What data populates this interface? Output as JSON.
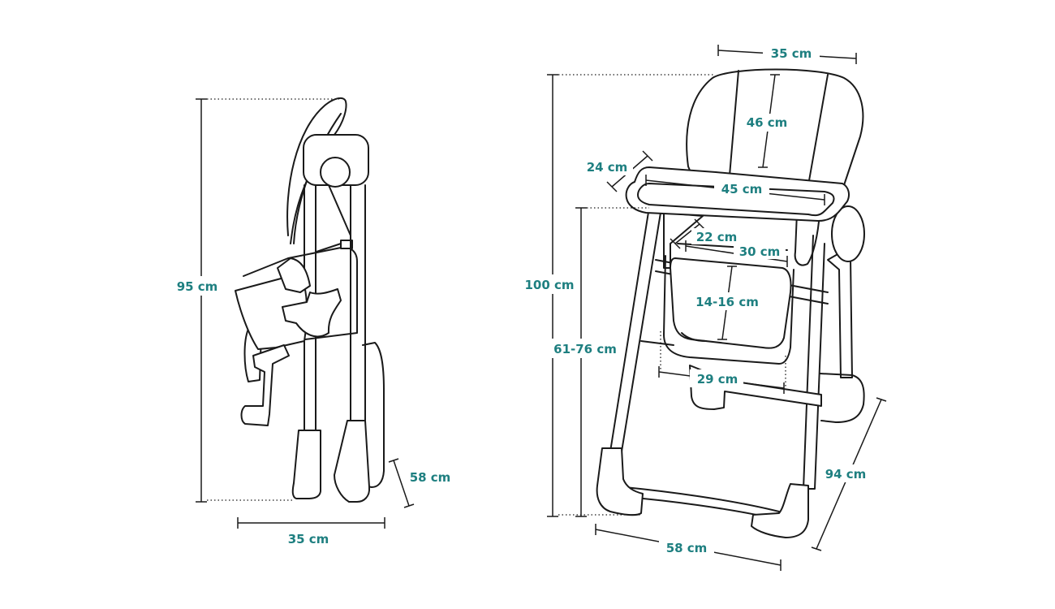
{
  "accent_color": "#1e7f80",
  "folded_view": {
    "height_label": "95 cm",
    "width_label": "35 cm",
    "depth_label": "58 cm"
  },
  "open_view": {
    "top_width_label": "35 cm",
    "backrest_height_label": "46 cm",
    "tray_depth_label": "24 cm",
    "tray_width_label": "45 cm",
    "seat_depth_label": "22 cm",
    "seat_width_label": "30 cm",
    "seat_height_label": "14-16 cm",
    "total_height_label": "100 cm",
    "seat_floor_height_label": "61-76 cm",
    "footrest_width_label": "29 cm",
    "base_depth_label": "94 cm",
    "base_width_label": "58 cm"
  }
}
